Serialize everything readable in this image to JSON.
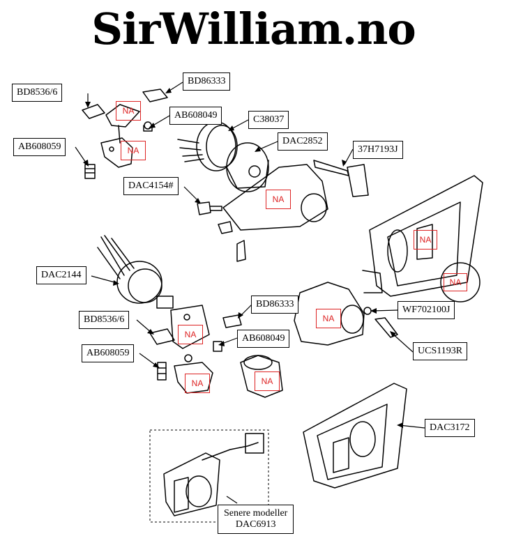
{
  "header": {
    "title": "SirWilliam.no"
  },
  "labels": {
    "bd8536_top": "BD8536/6",
    "bd86333_top": "BD86333",
    "ab608049_top": "AB608049",
    "ab608059_top": "AB608059",
    "c38037": "C38037",
    "dac2852": "DAC2852",
    "h7193j": "37H7193J",
    "dac4154": "DAC4154#",
    "dac2144": "DAC2144",
    "bd86333_mid": "BD86333",
    "wf702100j": "WF702100J",
    "bd8536_mid": "BD8536/6",
    "ab608049_mid": "AB608049",
    "ucs1193r": "UCS1193R",
    "ab608059_mid": "AB608059",
    "dac3172": "DAC3172",
    "later_models_line1": "Senere modeller",
    "later_models_line2": "DAC6913"
  },
  "na_marker": "NA"
}
